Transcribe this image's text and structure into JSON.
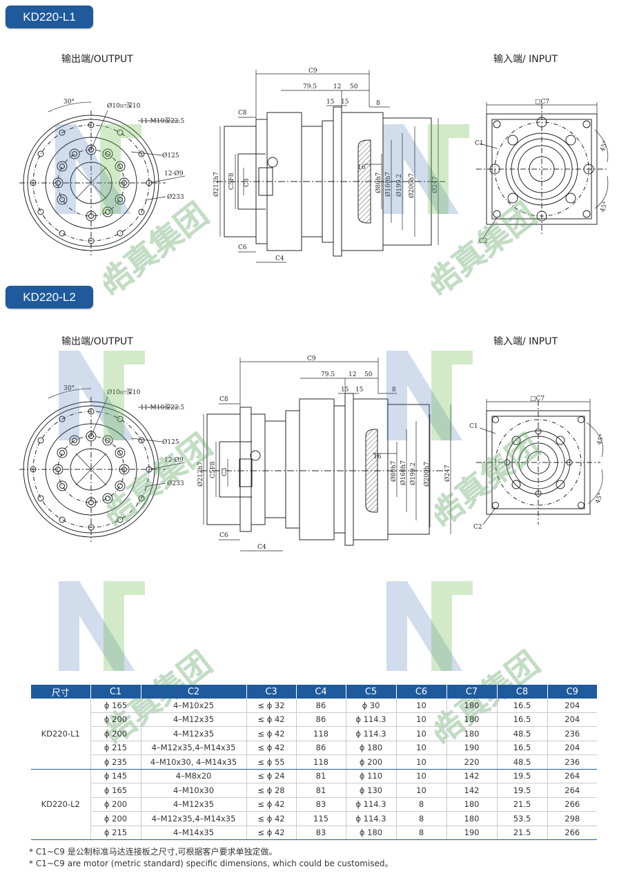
{
  "sections": [
    {
      "title": "KD220-L1"
    },
    {
      "title": "KD220-L2"
    }
  ],
  "labels": {
    "output": "输出端/OUTPUT",
    "input": "输入端/ INPUT"
  },
  "output_view": {
    "angle": "30°",
    "hole": "Ø10",
    "hole_tol": "H7",
    "hole_depth": "深10",
    "thread": "11-M10深22.5",
    "pcd1": "Ø125",
    "holes": "12-Ø9",
    "pcd2": "Ø233"
  },
  "side_view": {
    "c9": "C9",
    "d795": "79.5",
    "d12": "12",
    "d50": "50",
    "d15a": "15",
    "d15b": "15",
    "d8": "8",
    "c8": "C8",
    "c6": "C6",
    "c4": "C4",
    "c3": "C3",
    "c5": "C5F8",
    "d212": "Ø212h7",
    "d16": "16",
    "d80": "Ø80h7",
    "d160": "Ø160h7",
    "d1992": "Ø199.2",
    "d200": "Ø200h7",
    "d247": "Ø247"
  },
  "input_view": {
    "c7": "□C7",
    "c1": "C1",
    "c2": "C2",
    "a45a": "45°",
    "a45b": "45°"
  },
  "watermark": {
    "text": "皓真集团",
    "colors": [
      "#2f5fa8",
      "#6bb84a"
    ]
  },
  "table": {
    "headers": [
      "尺寸",
      "C1",
      "C2",
      "C3",
      "C4",
      "C5",
      "C6",
      "C7",
      "C8",
      "C9"
    ],
    "groups": [
      {
        "model": "KD220-L1",
        "rows": [
          [
            "ϕ 165",
            "4–M10x25",
            "≤ ϕ 32",
            "86",
            "ϕ 30",
            "10",
            "180",
            "16.5",
            "204"
          ],
          [
            "ϕ 200",
            "4–M12x35",
            "≤ ϕ 42",
            "86",
            "ϕ 114.3",
            "10",
            "180",
            "16.5",
            "204"
          ],
          [
            "ϕ 200",
            "4–M12x35",
            "≤ ϕ 42",
            "118",
            "ϕ 114.3",
            "10",
            "180",
            "48.5",
            "236"
          ],
          [
            "ϕ 215",
            "4–M12x35,4–M14x35",
            "≤ ϕ 42",
            "86",
            "ϕ 180",
            "10",
            "190",
            "16.5",
            "204"
          ],
          [
            "ϕ 235",
            "4–M10x30,  4–M14x35",
            "≤ ϕ 55",
            "118",
            "ϕ 200",
            "10",
            "220",
            "48.5",
            "236"
          ]
        ]
      },
      {
        "model": "KD220-L2",
        "rows": [
          [
            "ϕ 145",
            "4–M8x20",
            "≤ ϕ 24",
            "81",
            "ϕ 110",
            "10",
            "142",
            "19.5",
            "264"
          ],
          [
            "ϕ 165",
            "4–M10x30",
            "≤ ϕ 28",
            "81",
            "ϕ 130",
            "10",
            "142",
            "19.5",
            "264"
          ],
          [
            "ϕ 200",
            "4–M12x35",
            "≤ ϕ 42",
            "83",
            "ϕ 114.3",
            "8",
            "180",
            "21.5",
            "266"
          ],
          [
            "ϕ 200",
            "4–M12x35,4–M14x35",
            "≤ ϕ 42",
            "115",
            "ϕ 114.3",
            "8",
            "180",
            "53.5",
            "298"
          ],
          [
            "ϕ 215",
            "4–M14x35",
            "≤ ϕ 42",
            "83",
            "ϕ 180",
            "8",
            "190",
            "21.5",
            "266"
          ]
        ]
      }
    ]
  },
  "notes": [
    "* C1~C9 是公制标准马达连接板之尺寸,可根据客户要求单独定做。",
    "* C1~C9 are motor (metric standard) specific dimensions, which could be customised。"
  ]
}
